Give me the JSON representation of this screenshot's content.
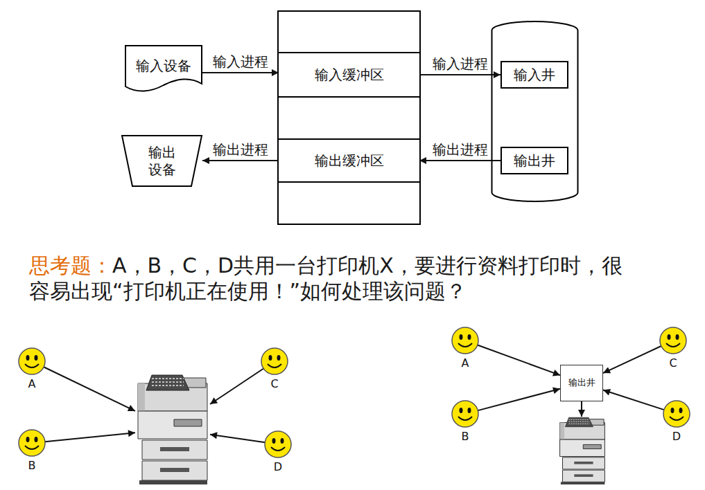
{
  "diagram": {
    "nodes": [
      {
        "text": [
          "输入设备"
        ]
      },
      {
        "text": []
      },
      {
        "text": [
          "输入缓冲区"
        ],
        "in": 1
      },
      {
        "text": [
          "输出缓冲区"
        ],
        "in": 1
      },
      {
        "text": []
      },
      {
        "text": [
          "输入井"
        ],
        "in": 4
      },
      {
        "text": [
          "输出井"
        ],
        "in": 4
      },
      {
        "text": [
          "输出 设备"
        ]
      },
      {
        "text": [
          "A"
        ]
      },
      {
        "text": []
      },
      {
        "text": [
          "C"
        ]
      },
      {
        "text": [
          "B"
        ]
      },
      {
        "text": [
          "D"
        ]
      },
      {
        "text": [
          "A"
        ]
      },
      {
        "text": [
          "输出井"
        ]
      },
      {
        "text": [
          "C"
        ]
      },
      {
        "text": [
          "B"
        ]
      },
      {
        "text": [
          "D"
        ]
      },
      {
        "text": []
      }
    ],
    "edges": [
      {
        "from": 0,
        "to": 2,
        "label": "输入进程",
        "arrow": "to"
      },
      {
        "from": 2,
        "to": 5,
        "label": "输入进程",
        "arrow": "to"
      },
      {
        "from": 6,
        "to": 3,
        "label": "输出进程",
        "arrow": "to"
      },
      {
        "from": 3,
        "to": 7,
        "label": "输出进程",
        "arrow": "to"
      },
      {
        "from": 8,
        "to": 9,
        "arrow": "to"
      },
      {
        "from": 10,
        "to": 9,
        "arrow": "to"
      },
      {
        "from": 11,
        "to": 9,
        "arrow": "to"
      },
      {
        "from": 12,
        "to": 9,
        "arrow": "to"
      },
      {
        "from": 13,
        "to": 14,
        "arrow": "to"
      },
      {
        "from": 15,
        "to": 14,
        "arrow": "to"
      },
      {
        "from": 16,
        "to": 14,
        "arrow": "to"
      },
      {
        "from": 17,
        "to": 14,
        "arrow": "to"
      },
      {
        "from": 14,
        "to": 18,
        "arrow": "to"
      }
    ],
    "labels": [
      "思考题：",
      "A，B，C，D共用一台打印机X，要进行资料打印时，很容易出现“打印机正在使用！”如何处理该问题？"
    ]
  }
}
